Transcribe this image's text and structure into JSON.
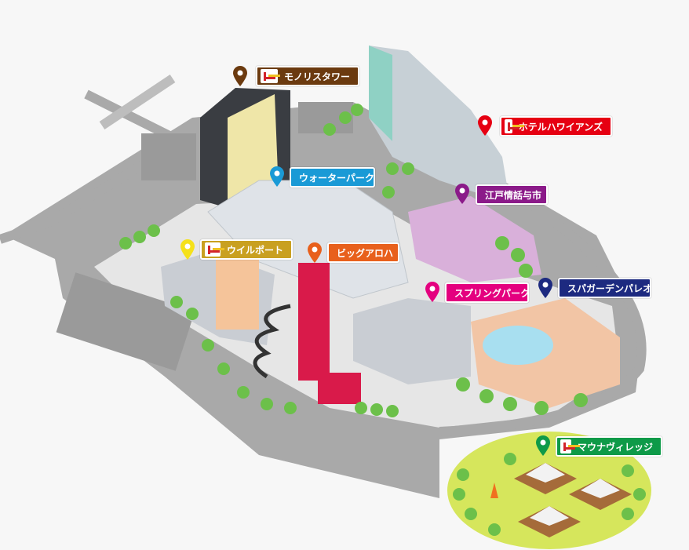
{
  "colors": {
    "road": "#a8a8a8",
    "grass": "#cfe36a",
    "tree": "#6cc04a",
    "building": "#c9cdd3",
    "roof": "#e3e6ea"
  },
  "locations": [
    {
      "id": "monolith-tower",
      "label": "モノリスタワー",
      "hotel": true,
      "color": "#6b3a0f"
    },
    {
      "id": "hotel-hawaiians",
      "label": "ホテルハワイアンズ",
      "hotel": true,
      "color": "#e60012"
    },
    {
      "id": "water-park",
      "label": "ウォーターパーク",
      "hotel": false,
      "color": "#1a9ad6"
    },
    {
      "id": "edo-jowa-yoichi",
      "label": "江戸情話与市",
      "hotel": false,
      "color": "#8b1a89"
    },
    {
      "id": "will-port",
      "label": "ウイルポート",
      "hotel": true,
      "color": "#c9a020"
    },
    {
      "id": "big-aloha",
      "label": "ビッグアロハ",
      "hotel": false,
      "color": "#e8601c"
    },
    {
      "id": "spring-park",
      "label": "スプリングパーク",
      "hotel": false,
      "color": "#e4007f"
    },
    {
      "id": "spa-garden-paleo",
      "label": "スパガーデンパレオ",
      "hotel": false,
      "color": "#1d2a80"
    },
    {
      "id": "mauna-village",
      "label": "マウナヴィレッジ",
      "hotel": true,
      "color": "#0e9a48"
    }
  ]
}
